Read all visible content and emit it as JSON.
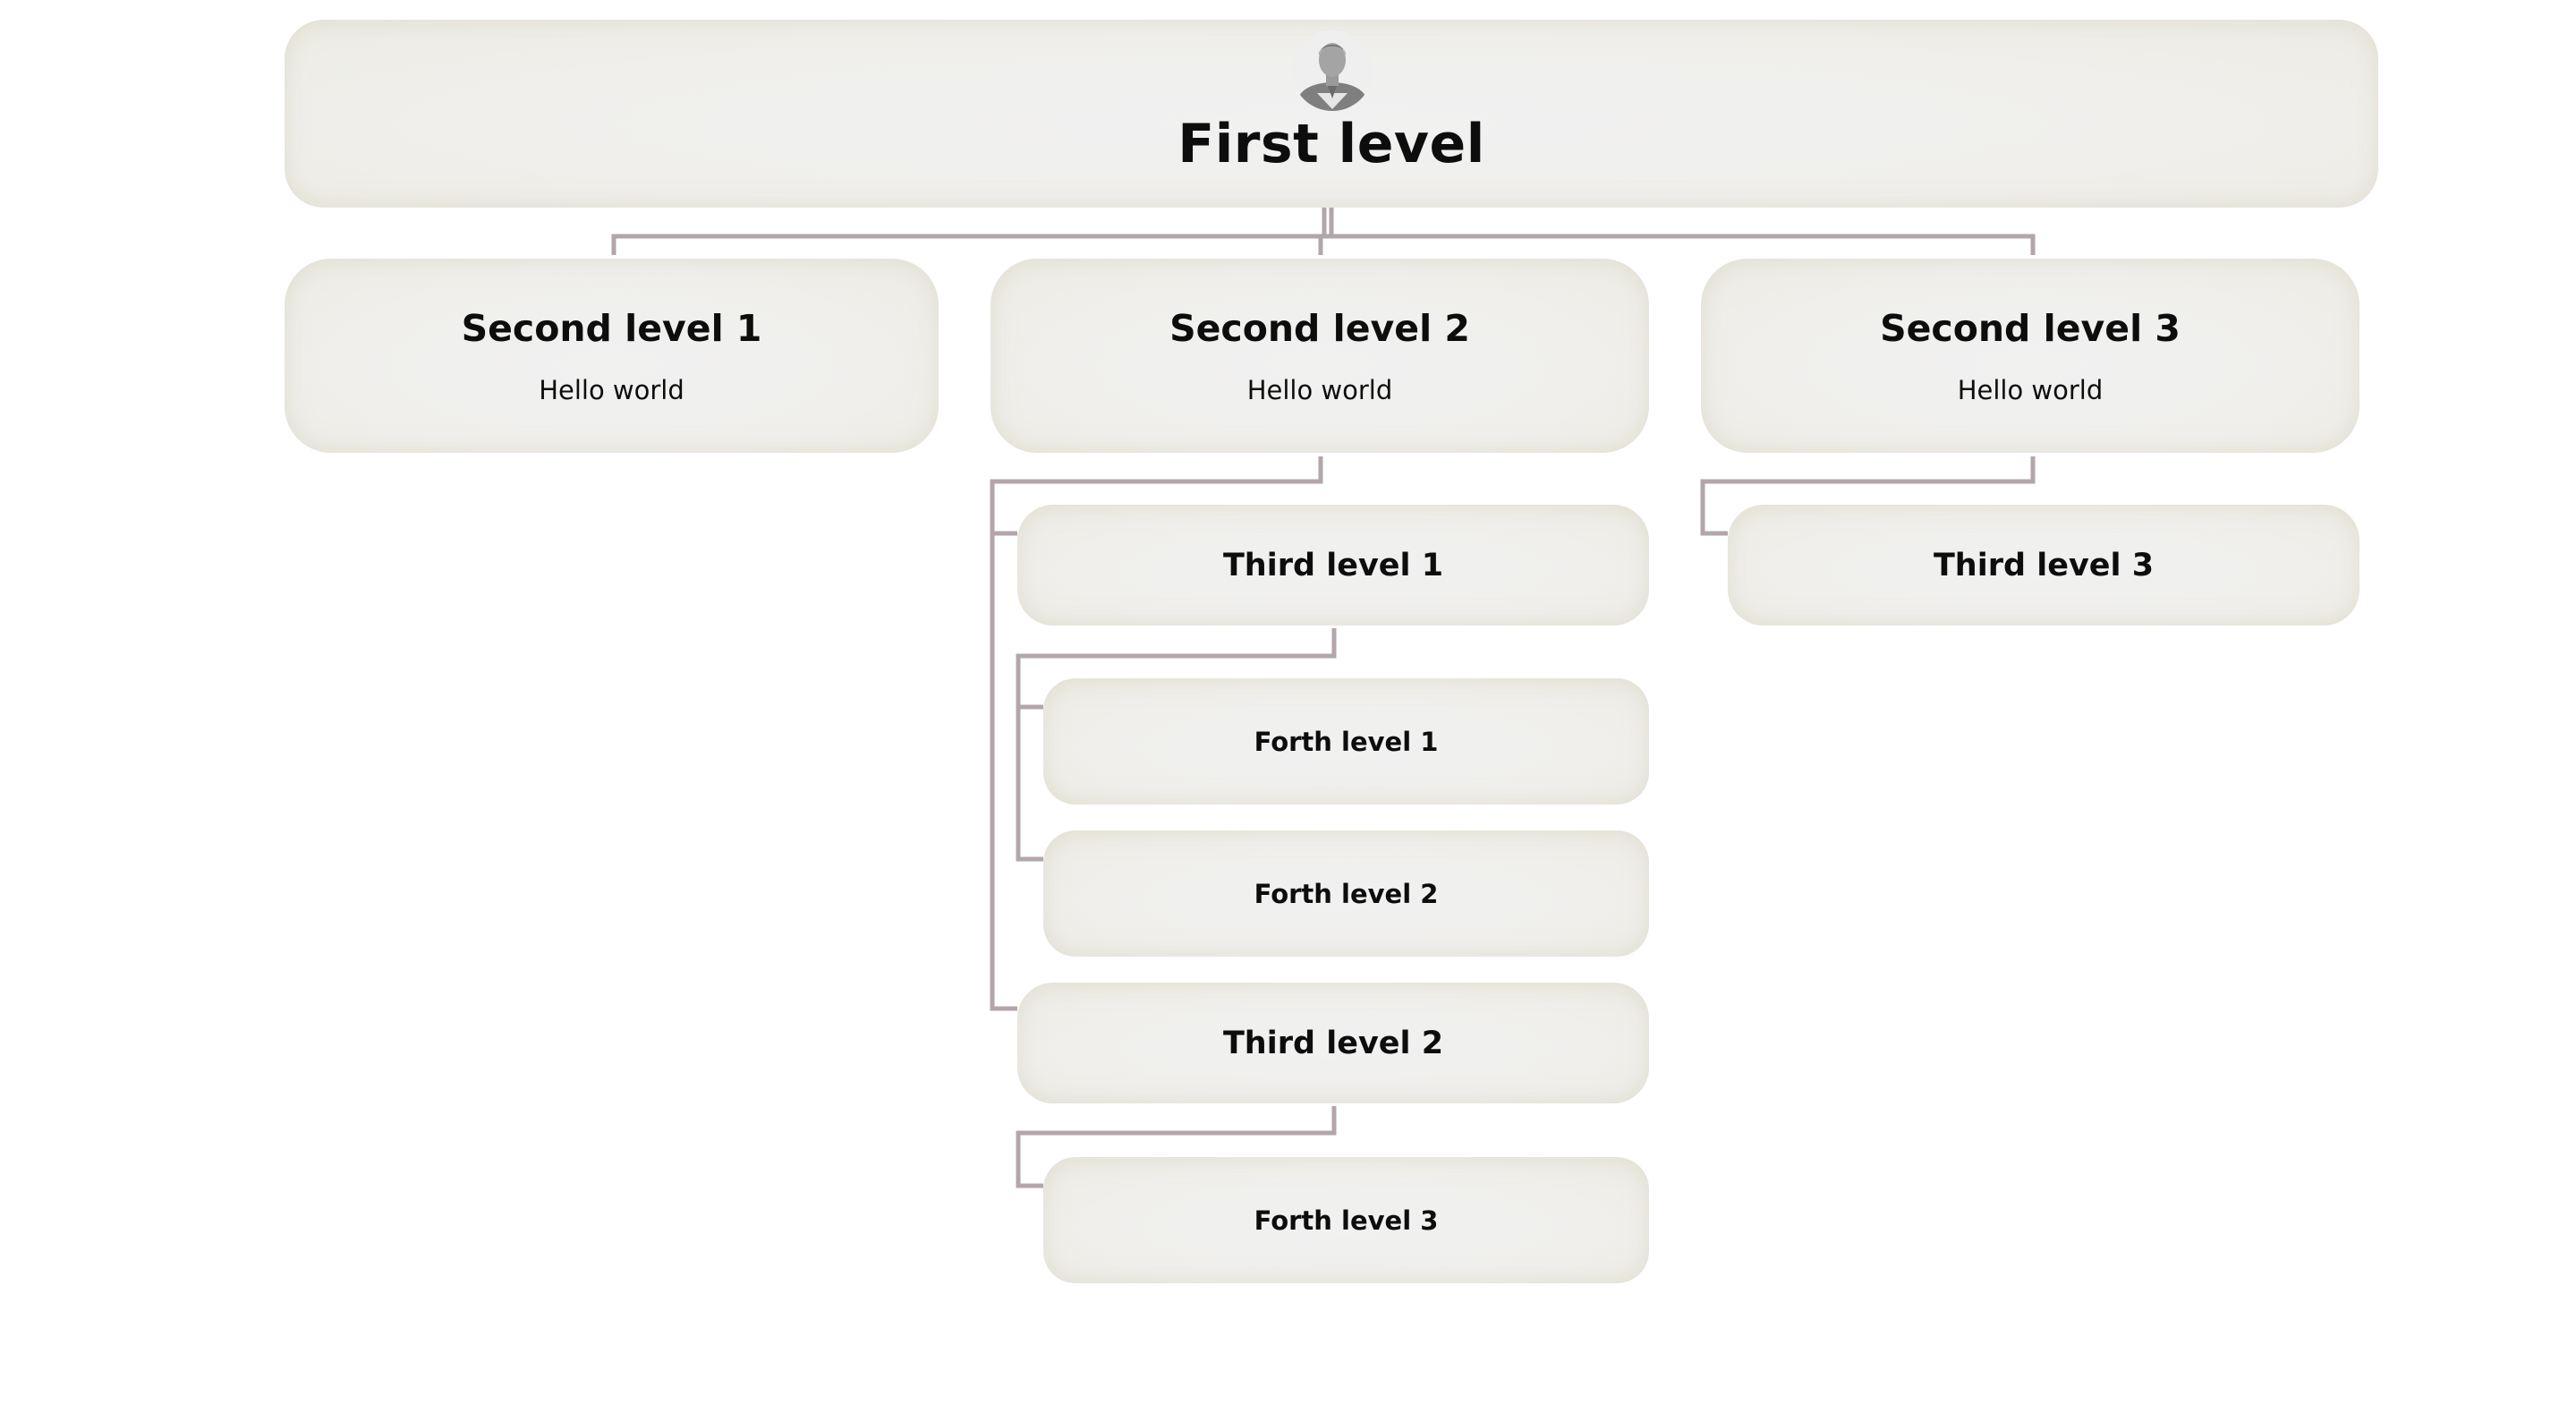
{
  "diagram": {
    "root": {
      "title": "First level",
      "avatar_icon": "user-avatar-icon"
    },
    "second_level": [
      {
        "title": "Second level 1",
        "subtitle": "Hello world"
      },
      {
        "title": "Second level 2",
        "subtitle": "Hello world"
      },
      {
        "title": "Second level 3",
        "subtitle": "Hello world"
      }
    ],
    "third_level": [
      {
        "title": "Third level 1"
      },
      {
        "title": "Third level 2"
      },
      {
        "title": "Third level 3"
      }
    ],
    "fourth_level": [
      {
        "title": "Forth level 1"
      },
      {
        "title": "Forth level 2"
      },
      {
        "title": "Forth level 3"
      }
    ],
    "connector_color": "#b3a6ab"
  }
}
